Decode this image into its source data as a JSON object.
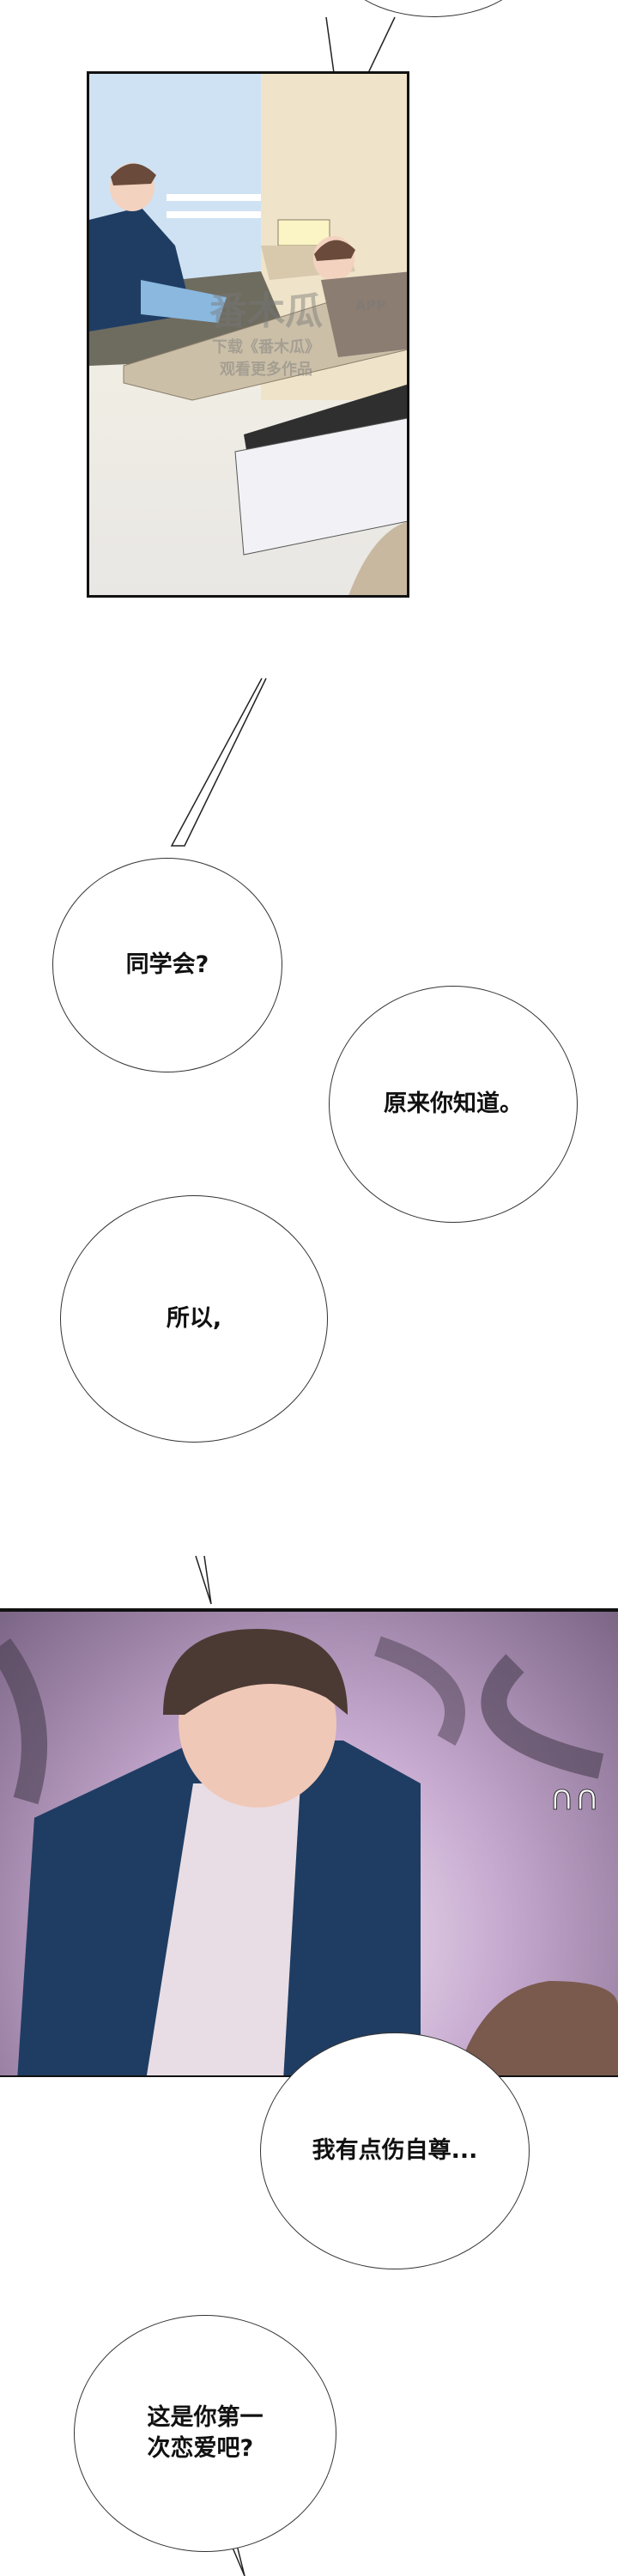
{
  "watermark": {
    "brand": "番木瓜",
    "app": "APP",
    "line1": "下载《番木瓜》",
    "line2": "观看更多作品"
  },
  "bubbles": [
    {
      "text": "同学会?"
    },
    {
      "text": "原来你知道。"
    },
    {
      "text": "所以,"
    },
    {
      "text": "我有点伤自尊..."
    },
    {
      "text": "这是你第一\n次恋爱吧?"
    }
  ],
  "colors": {
    "panel_border": "#111111",
    "panel2_bg": "#9a7fa8",
    "jacket": "#1f3d63"
  }
}
